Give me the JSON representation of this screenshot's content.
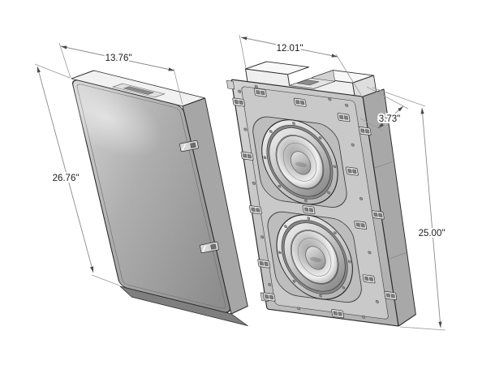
{
  "palette": {
    "background": "#ffffff",
    "outline": "#2b2b2b",
    "fill_light": "#f1f1f1",
    "fill_mid": "#c9c9c9",
    "fill_dark": "#a6a6a6",
    "dimension_line": "#8a8a8a",
    "label_text": "#1a1a1a"
  },
  "grille_panel": {
    "width_label": "13.76\"",
    "height_label": "26.76\""
  },
  "subwoofer_frame": {
    "width_label": "12.01\"",
    "depth_label": "3.73\"",
    "height_label": "25.00\""
  }
}
